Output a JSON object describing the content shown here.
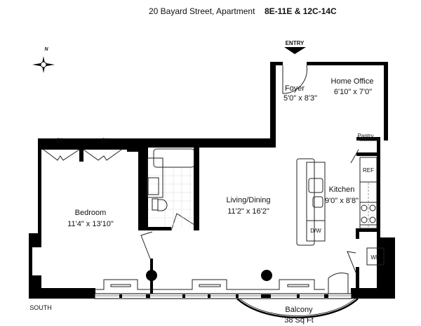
{
  "title": {
    "address": "20 Bayard Street, Apartment",
    "units": "8E-11E & 12C-14C"
  },
  "compass": {
    "north_label": "N"
  },
  "entry_label": "ENTRY",
  "orientation_label": "SOUTH",
  "rooms": {
    "foyer": {
      "name": "Foyer",
      "size": "5'0\" x 8'3\""
    },
    "home_office": {
      "name": "Home Office",
      "size": "6'10\" x 7'0\""
    },
    "bedroom": {
      "name": "Bedroom",
      "size": "11'4\" x 13'10\""
    },
    "living_dining": {
      "name": "Living/Dining",
      "size": "11'2\" x 16'2\""
    },
    "kitchen": {
      "name": "Kitchen",
      "size": "9'0\" x 8'8\""
    },
    "balcony": {
      "name": "Balcony",
      "size": "38 Sq Ft"
    }
  },
  "fixtures": {
    "closet1": "Cl",
    "closet2": "Cl",
    "pantry": "Pantry",
    "refrigerator": "REF",
    "dishwasher": "D/W",
    "washer_dryer": "WD"
  }
}
